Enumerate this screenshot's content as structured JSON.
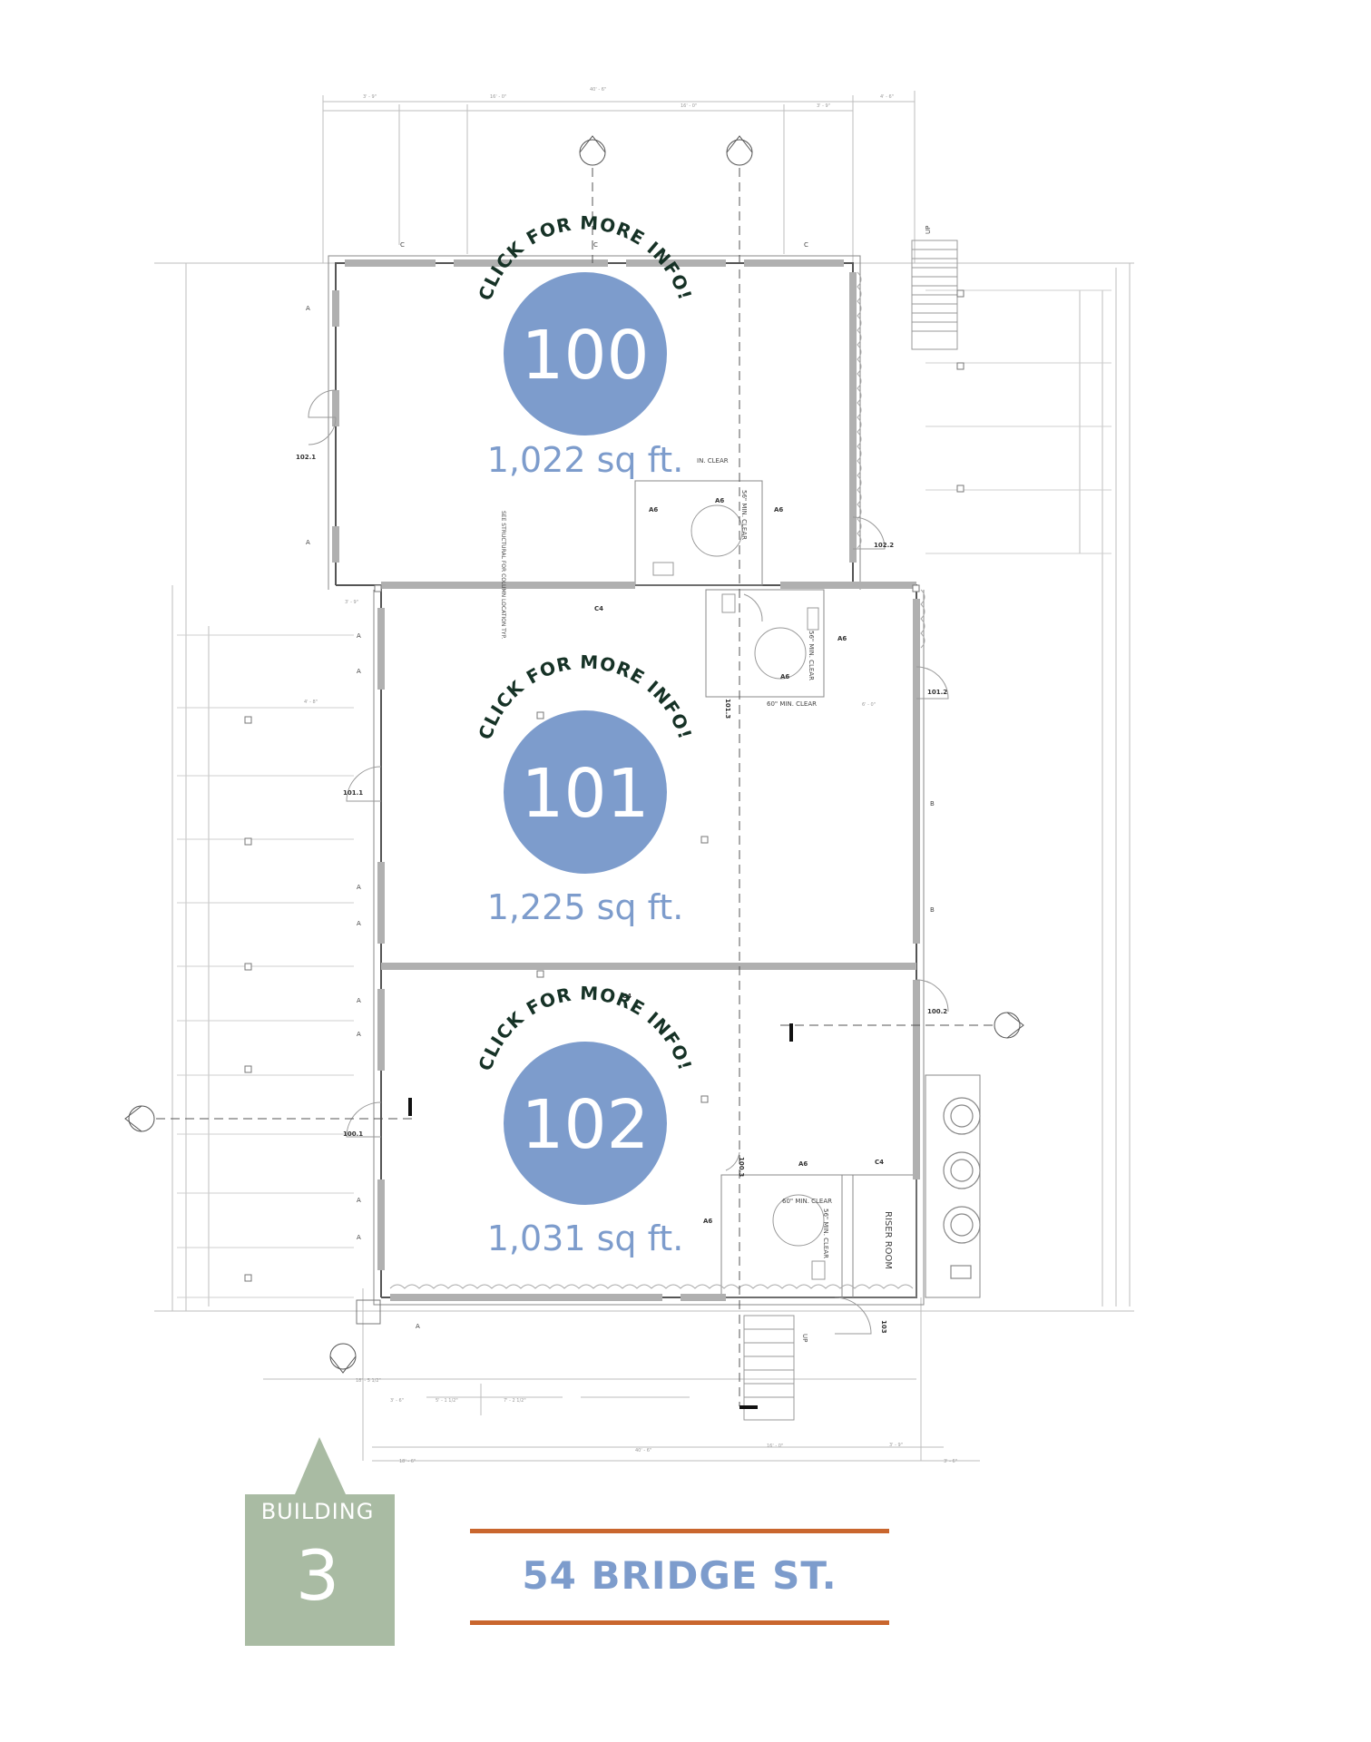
{
  "units": [
    {
      "id": "100",
      "area": "1,022 sq ft.",
      "cta": "CLICK FOR MORE INFO!"
    },
    {
      "id": "101",
      "area": "1,225 sq ft.",
      "cta": "CLICK FOR MORE INFO!"
    },
    {
      "id": "102",
      "area": "1,031 sq ft.",
      "cta": "CLICK FOR MORE INFO!"
    }
  ],
  "building": {
    "label": "BUILDING",
    "number": "3"
  },
  "address": "54 BRIDGE ST.",
  "plan_tags": {
    "room_102_1": "102.1",
    "room_102_2": "102.2",
    "room_101_1": "101.1",
    "room_101_2": "101.2",
    "room_101_3": "101.3",
    "room_100_1": "100.1",
    "room_100_2": "100.2",
    "room_100_3": "100.3",
    "room_103": "103",
    "riser_room": "RISER ROOM",
    "see_structural": "SEE STRUCTURAL FOR COLUMN LOCATION TYP.",
    "clear_60": "60\" MIN. CLEAR",
    "clear_56": "56\" MIN. CLEAR",
    "in_clear": "IN. CLEAR",
    "up": "UP",
    "a6": "A6",
    "c4": "C4",
    "a": "A",
    "b": "B",
    "c": "C"
  },
  "colors": {
    "unit_circle": "#7d9ccc",
    "badge": "#a9bba3",
    "rule": "#c9662e",
    "cta_text": "#163226"
  }
}
